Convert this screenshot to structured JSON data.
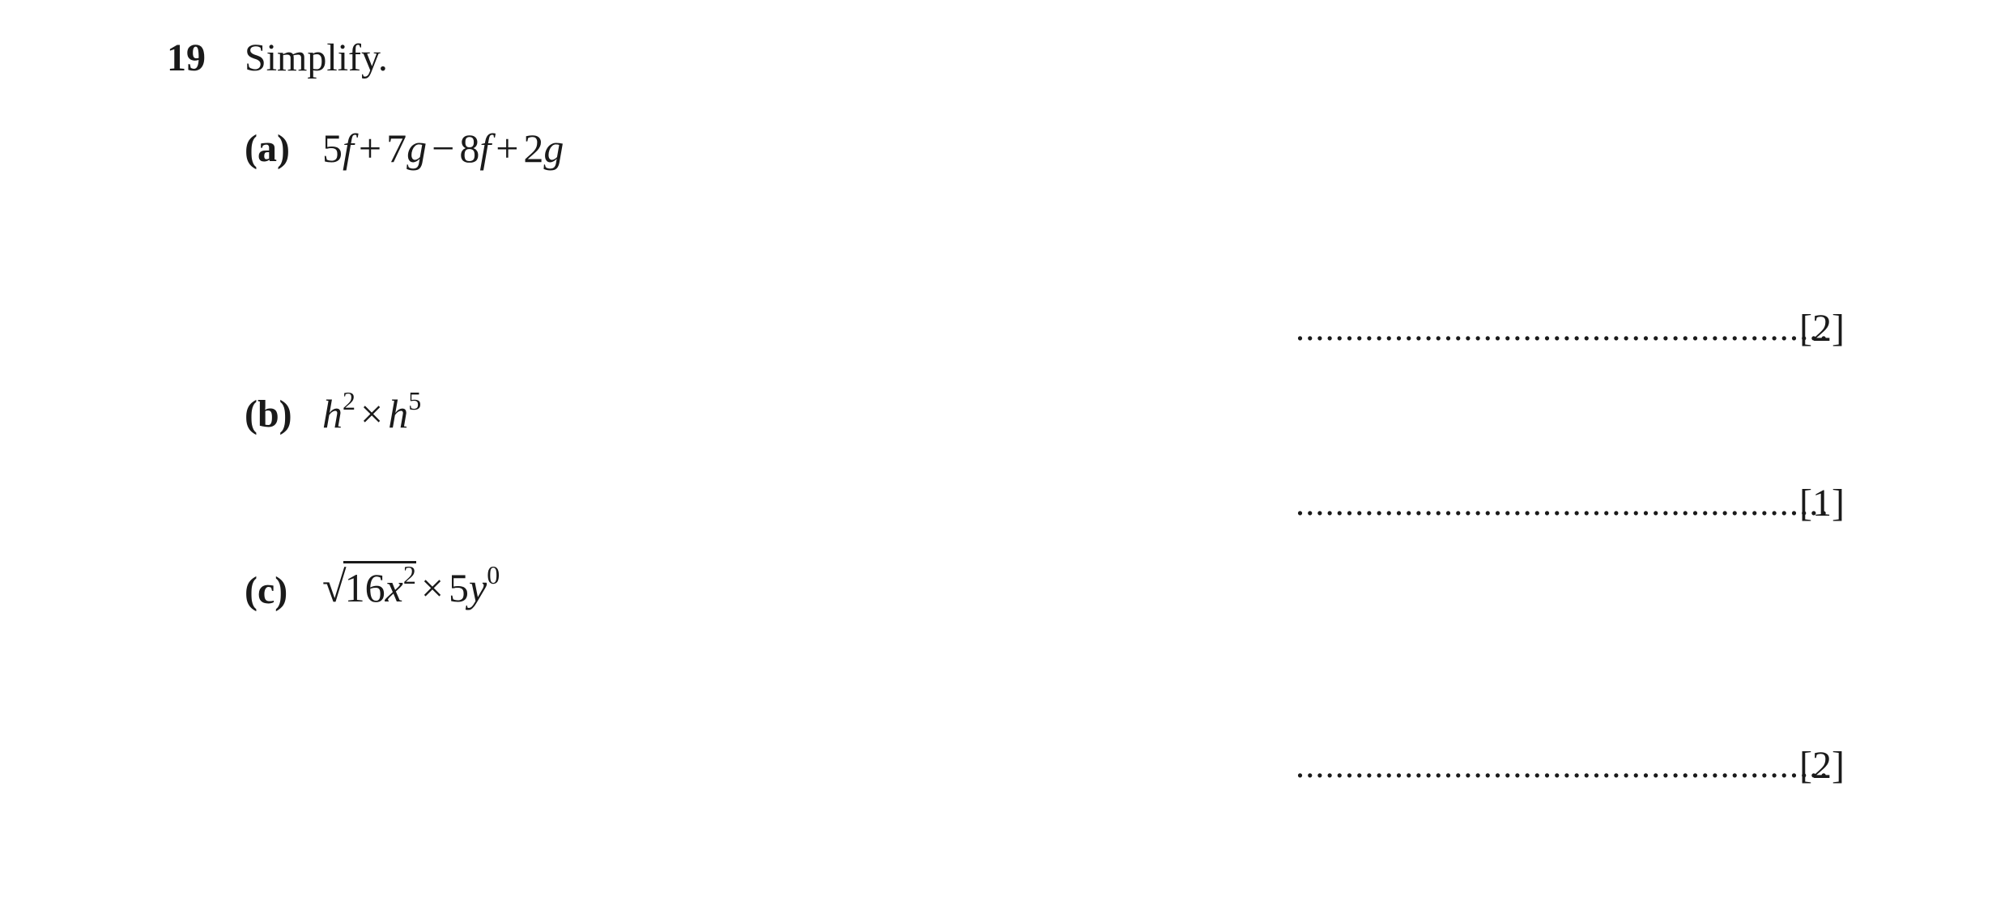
{
  "question": {
    "number": "19",
    "instruction": "Simplify."
  },
  "parts": {
    "a": {
      "label": "(a)",
      "expr": {
        "t1": "5",
        "v1": "f",
        "op1": "+",
        "t2": "7",
        "v2": "g",
        "op2": "−",
        "t3": "8",
        "v3": "f",
        "op3": "+",
        "t4": "2",
        "v4": "g"
      },
      "answer_line": "......................................................",
      "marks": "[2]"
    },
    "b": {
      "label": "(b)",
      "expr": {
        "base1": "h",
        "exp1": "2",
        "op": "×",
        "base2": "h",
        "exp2": "5"
      },
      "answer_line": "......................................................",
      "marks": "[1]"
    },
    "c": {
      "label": "(c)",
      "expr": {
        "radical": "√",
        "coef": "16",
        "var": "x",
        "exp": "2",
        "op": "×",
        "coef2": "5",
        "var2": "y",
        "exp2": "0"
      },
      "answer_line": "......................................................",
      "marks": "[2]"
    }
  }
}
